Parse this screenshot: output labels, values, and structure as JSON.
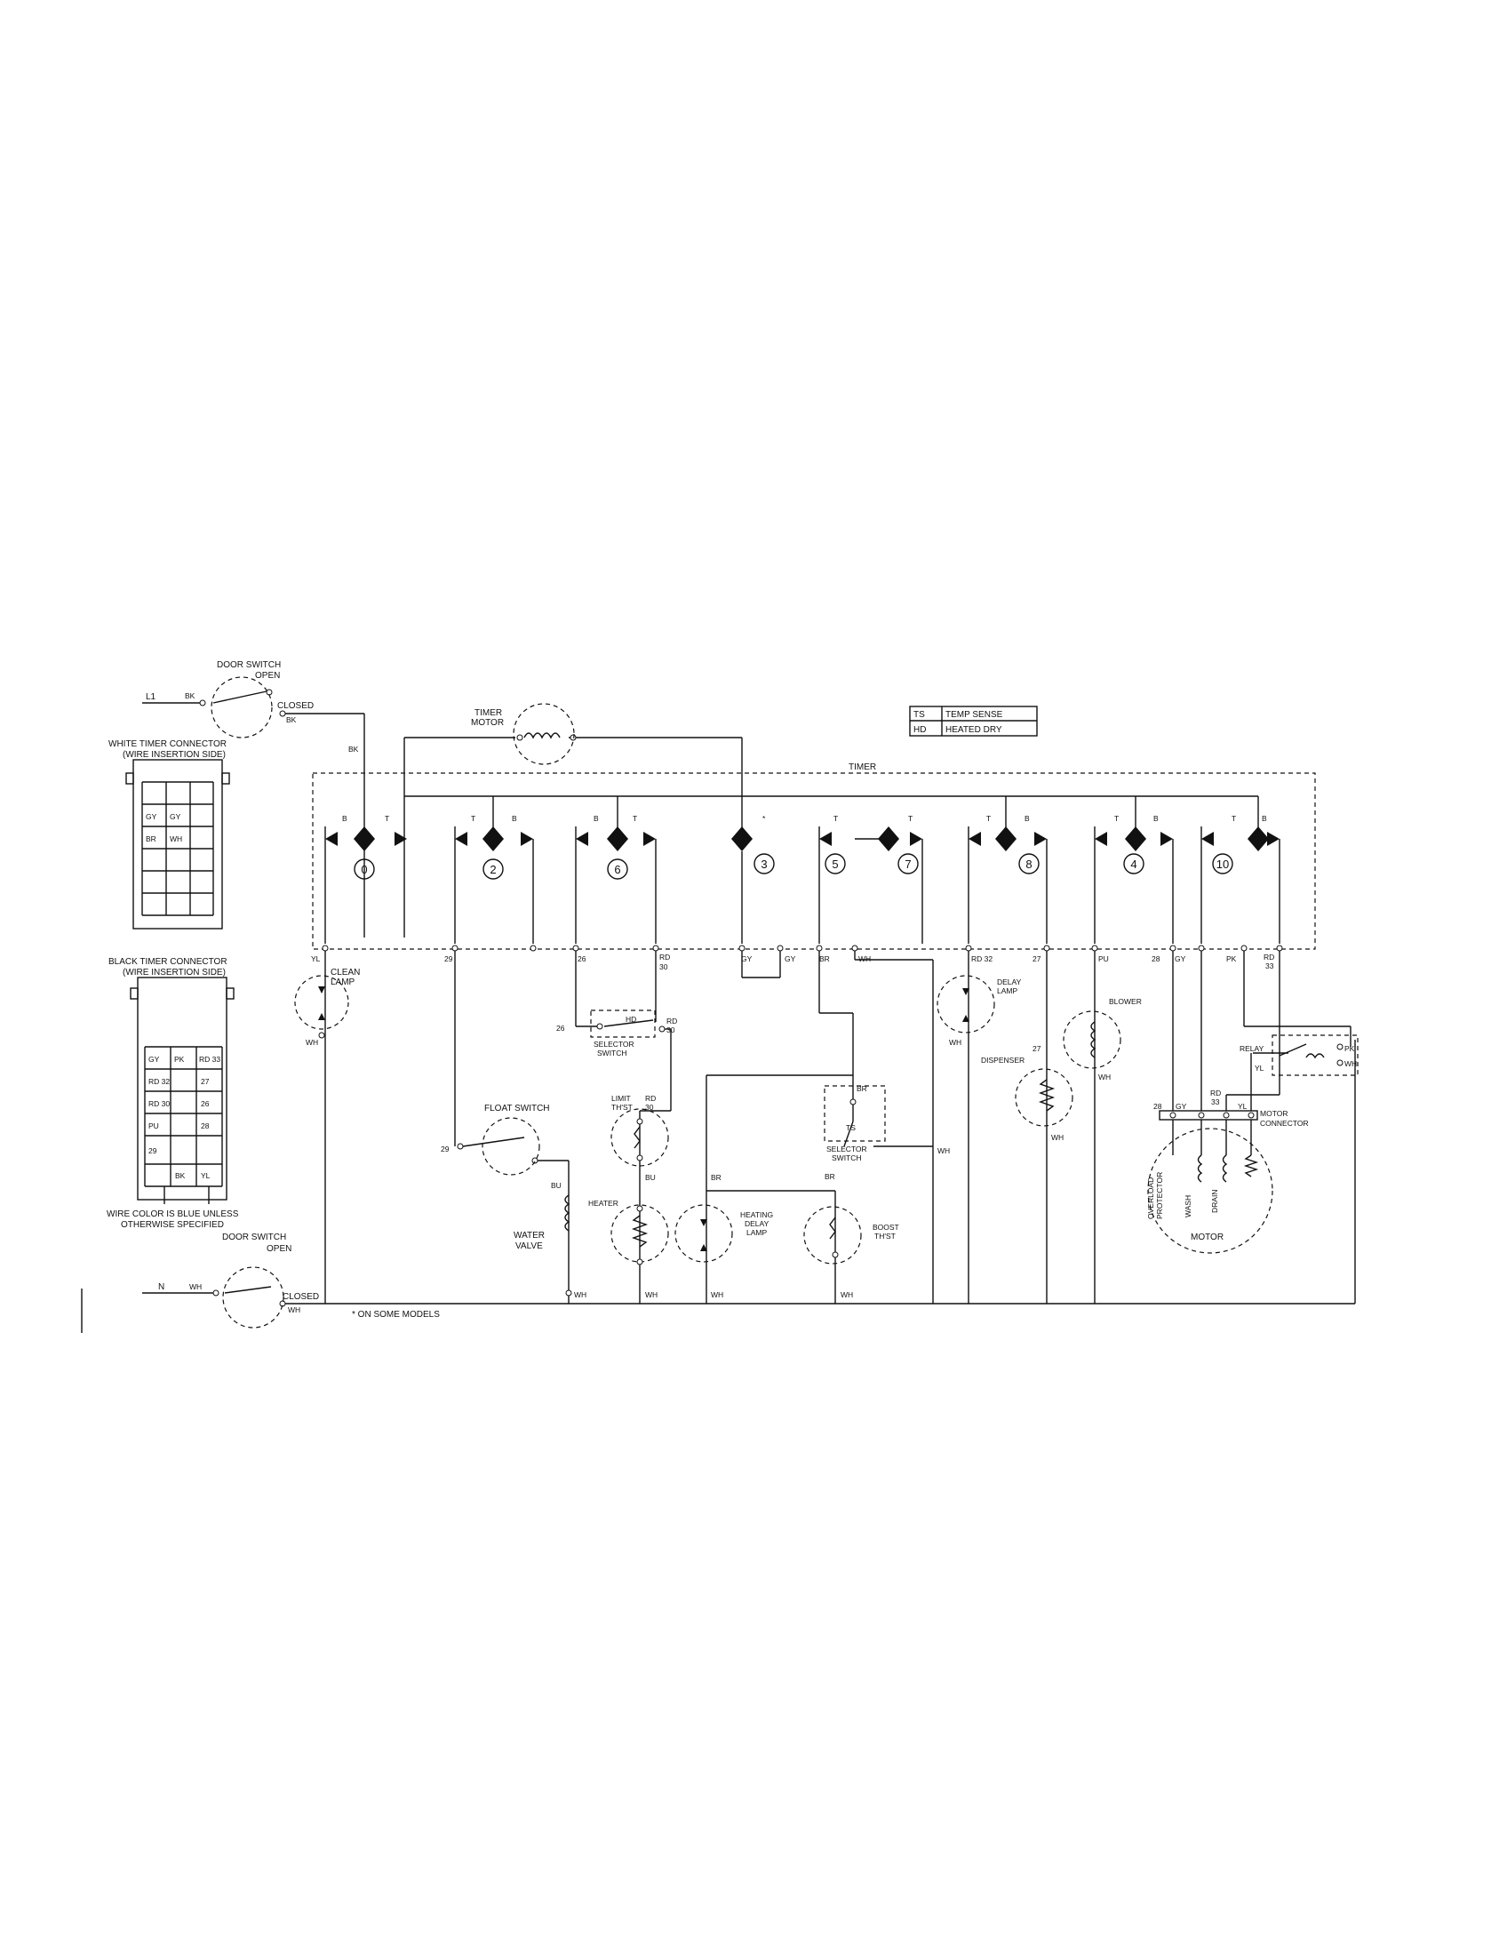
{
  "labels": {
    "l1": "L1",
    "l1_bk": "BK",
    "door_top_title": "DOOR SWITCH",
    "door_top_open": "OPEN",
    "door_top_closed": "CLOSED",
    "door_top_bk": "BK",
    "timer_motor_1": "TIMER",
    "timer_motor_2": "MOTOR",
    "timer": "TIMER",
    "bk_feed": "BK",
    "legend_ts_code": "TS",
    "legend_ts_text": "TEMP SENSE",
    "legend_hd_code": "HD",
    "legend_hd_text": "HEATED DRY",
    "white_conn_1": "WHITE TIMER CONNECTOR",
    "white_conn_2": "(WIRE INSERTION SIDE)",
    "black_conn_1": "BLACK TIMER CONNECTOR",
    "black_conn_2": "(WIRE INSERTION SIDE)",
    "wire_note_1": "WIRE COLOR IS BLUE UNLESS",
    "wire_note_2": "OTHERWISE SPECIFIED",
    "door_bot_title": "DOOR SWITCH",
    "door_bot_open": "OPEN",
    "door_bot_closed": "CLOSED",
    "door_bot_wh": "WH",
    "n": "N",
    "n_wh": "WH",
    "some_models": "* ON SOME MODELS",
    "clean_lamp_1": "CLEAN",
    "clean_lamp_2": "LAMP",
    "yl": "YL",
    "wh_clean": "WH",
    "w29": "29",
    "w29b": "29",
    "float_switch": "FLOAT SWITCH",
    "bu": "BU",
    "water_valve_1": "WATER",
    "water_valve_2": "VALVE",
    "wh_valve": "WH",
    "w26": "26",
    "w26b": "26",
    "hd": "HD",
    "rd30": "RD",
    "rd30n": "30",
    "rd30b": "RD",
    "rd30bn": "30",
    "selector_1": "SELECTOR",
    "selector_2": "SWITCH",
    "limit_1": "LIMIT",
    "limit_2": "TH'ST",
    "rd30c": "RD",
    "rd30cn": "30",
    "bu2": "BU",
    "heater": "HEATER",
    "wh_heater": "WH",
    "br_a": "BR",
    "heating_1": "HEATING",
    "heating_2": "DELAY",
    "heating_3": "LAMP",
    "wh_heating": "WH",
    "br_b": "BR",
    "boost_1": "BOOST",
    "boost_2": "TH'ST",
    "wh_boost": "WH",
    "gy1": "GY",
    "gy2": "GY",
    "br_t": "BR",
    "wh_t": "WH",
    "br_sel": "BR",
    "ts": "TS",
    "selector2_1": "SELECTOR",
    "selector2_2": "SWITCH",
    "wh_sel": "WH",
    "rd32": "RD 32",
    "w27": "27",
    "delay_1": "DELAY",
    "delay_2": "LAMP",
    "wh_delay": "WH",
    "w27b": "27",
    "dispenser": "DISPENSER",
    "wh_disp": "WH",
    "pu": "PU",
    "blower": "BLOWER",
    "wh_blower": "WH",
    "w28": "28",
    "gy_t": "GY",
    "pk_t": "PK",
    "rd33": "RD",
    "rd33n": "33",
    "relay": "RELAY",
    "pk_relay": "PK",
    "yl_relay": "YL",
    "wh_relay": "WH",
    "mc_28": "28",
    "mc_gy": "GY",
    "mc_rd": "RD",
    "mc_rdn": "33",
    "mc_yl": "YL",
    "motor_connector_1": "MOTOR",
    "motor_connector_2": "CONNECTOR",
    "overload_1": "OVERLOAD",
    "overload_2": "PROTECTOR",
    "wash": "WASH",
    "drain": "DRAIN",
    "motor": "MOTOR"
  },
  "timer_cams": [
    {
      "num": "0",
      "top": "B",
      "top2": "T"
    },
    {
      "num": "2",
      "top": "T",
      "top2": "B"
    },
    {
      "num": "6",
      "top": "B",
      "top2": "T"
    },
    {
      "num": "3",
      "top": "*",
      "top2": ""
    },
    {
      "num": "5",
      "top": "T",
      "top2": ""
    },
    {
      "num": "7",
      "top": "T",
      "top2": ""
    },
    {
      "num": "8",
      "top": "T",
      "top2": "B"
    },
    {
      "num": "4",
      "top": "T",
      "top2": "B"
    },
    {
      "num": "10",
      "top": "T",
      "top2": "B"
    }
  ],
  "white_connector": {
    "cells": [
      "GY",
      "GY",
      "BR",
      "WH"
    ]
  },
  "black_connector": {
    "cells": [
      "GY",
      "PK",
      "RD 33",
      "RD 32",
      "27",
      "RD 30",
      "26",
      "PU",
      "28",
      "29",
      "BK",
      "YL"
    ]
  }
}
